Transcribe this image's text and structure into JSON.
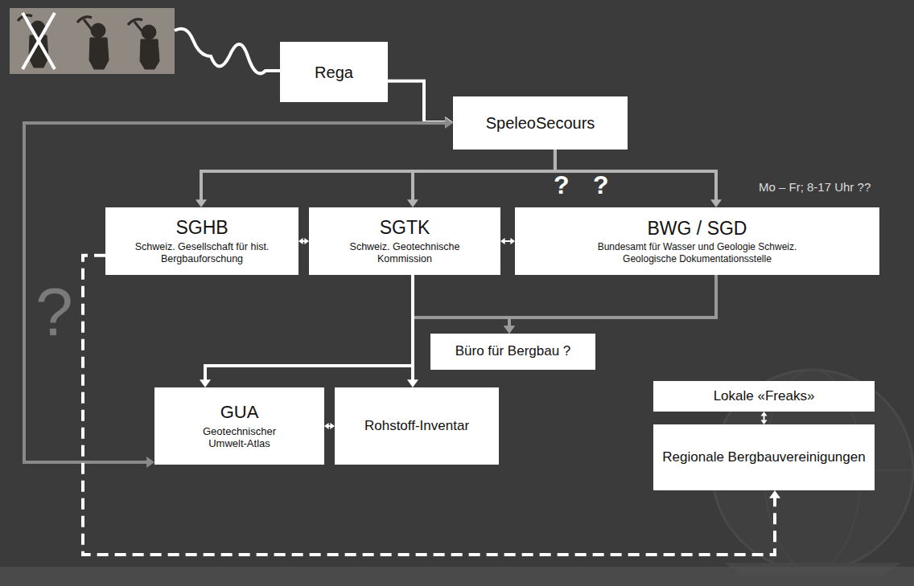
{
  "diagram": {
    "nodes": [
      {
        "text": [
          "Rega"
        ]
      },
      {
        "text": [
          "SpeleoSecours"
        ]
      },
      {
        "text": [
          "SGHB",
          "Schweiz. Gesellschaft für hist. Bergbauforschung"
        ]
      },
      {
        "text": [
          "SGTK",
          "Schweiz. Geotechnische Kommission"
        ]
      },
      {
        "text": [
          "BWG / SGD",
          "Bundesamt für Wasser und Geologie Schweiz. Geologische Dokumentationsstelle"
        ]
      },
      {
        "text": [
          "Büro für Bergbau ?"
        ]
      },
      {
        "text": [
          "GUA",
          "Geotechnischer Umwelt-Atlas"
        ]
      },
      {
        "text": [
          "Rohstoff-Inventar"
        ]
      },
      {
        "text": [
          "Lokale «Freaks»"
        ]
      },
      {
        "text": [
          "Regionale Bergbauvereinigungen"
        ]
      }
    ],
    "edges": [
      {
        "from": 0,
        "to": 1,
        "arrow": "to"
      },
      {
        "from": 1,
        "to": 6,
        "arrow": "both"
      },
      {
        "from": 1,
        "to": 2,
        "arrow": "to"
      },
      {
        "from": 1,
        "to": 3,
        "arrow": "to"
      },
      {
        "from": 1,
        "to": 4,
        "arrow": "to"
      },
      {
        "from": 2,
        "to": 3,
        "arrow": "both"
      },
      {
        "from": 3,
        "to": 4,
        "arrow": "both"
      },
      {
        "from": 3,
        "to": 5,
        "arrow": "to"
      },
      {
        "from": 4,
        "to": 5,
        "arrow": "to"
      },
      {
        "from": 3,
        "to": 6,
        "arrow": "to"
      },
      {
        "from": 3,
        "to": 7,
        "arrow": "to"
      },
      {
        "from": 6,
        "to": 7,
        "arrow": "both"
      },
      {
        "from": 8,
        "to": 9,
        "arrow": "both"
      },
      {
        "from": 2,
        "to": 9,
        "arrow": "to"
      }
    ],
    "labels": [
      "?",
      "?",
      "Mo – Fr; 8-17 Uhr ??",
      "?"
    ]
  }
}
